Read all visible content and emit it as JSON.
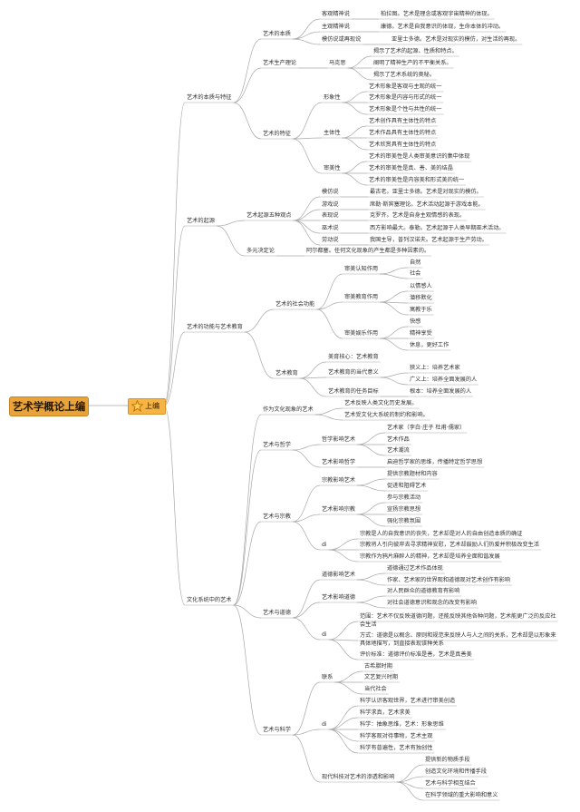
{
  "root": "艺术学概论上编",
  "tag": "上编",
  "nodes": [
    {
      "id": "b1",
      "text": "艺术的本质与特征"
    },
    {
      "id": "b1a",
      "text": "艺术的本质"
    },
    {
      "id": "b1a1",
      "text": "客观精神说"
    },
    {
      "id": "b1a1v",
      "text": "柏拉图。艺术是理念或客观宇宙精神的体现。"
    },
    {
      "id": "b1a2",
      "text": "主观精神说"
    },
    {
      "id": "b1a2v",
      "text": "康德。艺术是自我意识的体现，生命本体的冲动。"
    },
    {
      "id": "b1a3",
      "text": "模仿说或再现说"
    },
    {
      "id": "b1a3v",
      "text": "亚里士多德。艺术是对现实的模仿，对生活的再现。"
    },
    {
      "id": "b1b",
      "text": "艺术生产理论"
    },
    {
      "id": "b1b1",
      "text": "马克思"
    },
    {
      "id": "b1b1a",
      "text": "揭示了艺术的起源、性质和特点。"
    },
    {
      "id": "b1b1b",
      "text": "阐明了精神生产的不平衡关系。"
    },
    {
      "id": "b1b1c",
      "text": "揭示了艺术系统的奥秘。"
    },
    {
      "id": "b1c",
      "text": "艺术的特征"
    },
    {
      "id": "b1c1",
      "text": "形象性"
    },
    {
      "id": "b1c1a",
      "text": "艺术形象是客观与主观的统一"
    },
    {
      "id": "b1c1b",
      "text": "艺术形象是内容与形式的统一"
    },
    {
      "id": "b1c1c",
      "text": "艺术形象是个性与共性的统一"
    },
    {
      "id": "b1c2",
      "text": "主体性"
    },
    {
      "id": "b1c2a",
      "text": "艺术创作具有主体性的特点"
    },
    {
      "id": "b1c2b",
      "text": "艺术作品具有主体性的特点"
    },
    {
      "id": "b1c2c",
      "text": "艺术欣赏具有主体性的特点"
    },
    {
      "id": "b1c3",
      "text": "审美性"
    },
    {
      "id": "b1c3a",
      "text": "艺术的审美性是人类审美意识的集中体现"
    },
    {
      "id": "b1c3b",
      "text": "艺术的审美性是真、善、美的结晶"
    },
    {
      "id": "b1c3c",
      "text": "艺术的审美性是内容美和形式美的统一"
    },
    {
      "id": "b2",
      "text": "艺术的起源"
    },
    {
      "id": "b2a",
      "text": "艺术起源五种观点"
    },
    {
      "id": "b2a1",
      "text": "模仿说"
    },
    {
      "id": "b2a1v",
      "text": "最古老。亚里士多德。艺术是对现实的模仿。"
    },
    {
      "id": "b2a2",
      "text": "游戏说"
    },
    {
      "id": "b2a2v",
      "text": "席勒·斯宾塞理论。艺术活动起源于游戏本能。"
    },
    {
      "id": "b2a3",
      "text": "表现说"
    },
    {
      "id": "b2a3v",
      "text": "克罗齐。艺术是自身主观情感的表现。"
    },
    {
      "id": "b2a4",
      "text": "巫术说"
    },
    {
      "id": "b2a4v",
      "text": "西方影响最大。泰勒。艺术起源于人类早期巫术活动。"
    },
    {
      "id": "b2a5",
      "text": "劳动说"
    },
    {
      "id": "b2a5v",
      "text": "我国主导，普列汉诺夫。艺术起源于生产劳动。"
    },
    {
      "id": "b2b",
      "text": "多元决定论"
    },
    {
      "id": "b2bv",
      "text": "阿尔都塞。任何文化现象的产生都是多种因素的。"
    },
    {
      "id": "b3",
      "text": "艺术的功能与艺术教育"
    },
    {
      "id": "b3a",
      "text": "艺术的社会功能"
    },
    {
      "id": "b3a1",
      "text": "审美认知作用"
    },
    {
      "id": "b3a1a",
      "text": "自然"
    },
    {
      "id": "b3a1b",
      "text": "社会"
    },
    {
      "id": "b3a2",
      "text": "审美教育作用"
    },
    {
      "id": "b3a2a",
      "text": "以情感人"
    },
    {
      "id": "b3a2b",
      "text": "潜移默化"
    },
    {
      "id": "b3a2c",
      "text": "寓教于乐"
    },
    {
      "id": "b3a3",
      "text": "审美娱乐作用"
    },
    {
      "id": "b3a3a",
      "text": "快感"
    },
    {
      "id": "b3a3b",
      "text": "精神享受"
    },
    {
      "id": "b3a3c",
      "text": "休息，更好工作"
    },
    {
      "id": "b3b",
      "text": "艺术教育"
    },
    {
      "id": "b3b1",
      "text": "美育核心：艺术教育"
    },
    {
      "id": "b3b2",
      "text": "艺术教育的当代意义"
    },
    {
      "id": "b3b2a",
      "text": "狭义上：培养艺术家"
    },
    {
      "id": "b3b2b",
      "text": "广义上：培养全面发展的人"
    },
    {
      "id": "b3b3",
      "text": "艺术教育的任务目标"
    },
    {
      "id": "b3b3a",
      "text": "根本：培养全面发展的人"
    },
    {
      "id": "b4",
      "text": "文化系统中的艺术"
    },
    {
      "id": "b4a",
      "text": "作为文化现象的艺术"
    },
    {
      "id": "b4a1",
      "text": "艺术反映人类文化历史发展。"
    },
    {
      "id": "b4a2",
      "text": "艺术受文化大系统的制约和影响。"
    },
    {
      "id": "b4b",
      "text": "艺术与哲学"
    },
    {
      "id": "b4b1",
      "text": "哲学影响艺术"
    },
    {
      "id": "b4b1a",
      "text": "艺术家（李白·庄子 杜甫·儒家）"
    },
    {
      "id": "b4b1b",
      "text": "艺术作品"
    },
    {
      "id": "b4b1c",
      "text": "艺术潮流"
    },
    {
      "id": "b4b2",
      "text": "艺术影响哲学"
    },
    {
      "id": "b4b2a",
      "text": "启迪哲学家的思维，传播特定哲学思想"
    },
    {
      "id": "b4c",
      "text": "艺术与宗教"
    },
    {
      "id": "b4c1",
      "text": "宗教影响艺术"
    },
    {
      "id": "b4c1a",
      "text": "提供宗教题材和内容"
    },
    {
      "id": "b4c1b",
      "text": "促进和阻碍艺术"
    },
    {
      "id": "b4c2",
      "text": "艺术影响宗教"
    },
    {
      "id": "b4c2a",
      "text": "参与宗教活动"
    },
    {
      "id": "b4c2b",
      "text": "宣扬宗教思想"
    },
    {
      "id": "b4c2c",
      "text": "强化宗教氛围"
    },
    {
      "id": "b4c3",
      "text": "di"
    },
    {
      "id": "b4c3a",
      "text": "宗教是人的自我意识的丧失，艺术却是对人的自由创造本质的确证"
    },
    {
      "id": "b4c3b",
      "text": "宗教将人引向彼岸去寻求精神安慰，艺术却鼓励人们热爱并积极改变生活"
    },
    {
      "id": "b4c3c",
      "text": "宗教作为鸦片麻醉人的精神，艺术却是培养全面和谐发展"
    },
    {
      "id": "b4d",
      "text": "艺术与道德"
    },
    {
      "id": "b4d1",
      "text": "道德影响艺术"
    },
    {
      "id": "b4d1a",
      "text": "道德通过艺术作品体现"
    },
    {
      "id": "b4d1b",
      "text": "作家、艺术家的世界观和道德观对艺术创作有影响"
    },
    {
      "id": "b4d2",
      "text": "艺术影响道德"
    },
    {
      "id": "b4d2a",
      "text": "对人民群众的道德教育有影响"
    },
    {
      "id": "b4d2b",
      "text": "对社会道德意识和观念的改变有影响"
    },
    {
      "id": "b4d3",
      "text": "di"
    },
    {
      "id": "b4d3a1",
      "text": "范围：艺术不仅反映道德问题，还能反映其他各种问题，艺术能更广泛的反应社"
    },
    {
      "id": "b4d3a2",
      "text": "会生活"
    },
    {
      "id": "b4d3b1",
      "text": "方式：道德是以概念、原则和规范来反映人与人之间的关系，艺术却是以形象来"
    },
    {
      "id": "b4d3b2",
      "text": "具体地描写，到直接表现该种关系"
    },
    {
      "id": "b4d3c",
      "text": "评价标准：道德评价标准是善，艺术是真善美"
    },
    {
      "id": "b4e",
      "text": "艺术与科学"
    },
    {
      "id": "b4e1",
      "text": "联系"
    },
    {
      "id": "b4e1a",
      "text": "古希腊时期"
    },
    {
      "id": "b4e1b",
      "text": "文艺复兴时期"
    },
    {
      "id": "b4e1c",
      "text": "当代社会"
    },
    {
      "id": "b4e2",
      "text": "di"
    },
    {
      "id": "b4e2a",
      "text": "科学认识客观世界，艺术进行审美创造"
    },
    {
      "id": "b4e2b",
      "text": "科学求真，艺术求美"
    },
    {
      "id": "b4e2c",
      "text": "科学：抽象思维，艺术：形象思维"
    },
    {
      "id": "b4e2d",
      "text": "科学客观对待事物，艺术主观"
    },
    {
      "id": "b4e2e",
      "text": "科学有普遍性，艺术有独创性"
    },
    {
      "id": "b4e3",
      "text": "现代科技对艺术的渗透和影响"
    },
    {
      "id": "b4e3a",
      "text": "提供新的物质手段"
    },
    {
      "id": "b4e3b",
      "text": "创造文化环境和传播手段"
    },
    {
      "id": "b4e3c",
      "text": "艺术与科学相互结合"
    },
    {
      "id": "b4e3d",
      "text": "在科学领域的重大影响和意义"
    }
  ],
  "colors": {
    "root_bg": "#e8a33a",
    "tag_bg": "#f6b444",
    "star": "#f2a000",
    "line": "#a8a8a8",
    "text": "#333333"
  }
}
